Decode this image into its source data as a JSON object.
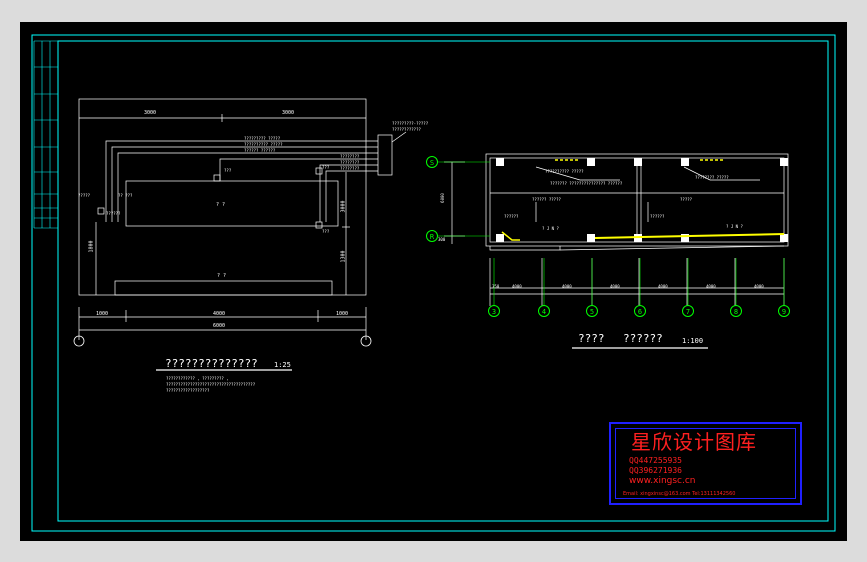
{
  "title_block": {
    "title_text": "??????????????",
    "title_scale": "1:25",
    "notes": [
      "???????????? , ????????? ,",
      "?????????????????????????????????????",
      "??????????????????"
    ]
  },
  "left_plan": {
    "top_dims": [
      "3000",
      "3000"
    ],
    "bottom_dims": [
      "1000",
      "4000",
      "1000"
    ],
    "bottom_total": "6000",
    "left_dim": "1800",
    "right_dims": [
      "3000",
      "1300"
    ],
    "cable_labels": [
      "????????? ?????",
      "?????????? ?????",
      "?????? ??????",
      "????????",
      "????????",
      "????????"
    ],
    "box_labels": [
      "?????????-?????",
      "????????????"
    ],
    "room_text": "? ?",
    "bottom_text": "? ?",
    "left_notes": [
      "?????",
      "??????",
      "?? ???"
    ],
    "points": [
      "???",
      "???",
      "???"
    ]
  },
  "right_plan": {
    "title": "????",
    "subtitle": "??????",
    "scale": "1:100",
    "axis_row_labels": [
      "S",
      "R"
    ],
    "axis_col_labels": [
      "3",
      "4",
      "5",
      "6",
      "7",
      "8",
      "9"
    ],
    "dims": [
      "350",
      "4000",
      "4000",
      "4000",
      "4000",
      "4000",
      "4000"
    ],
    "height_dims": [
      "6000",
      "300"
    ],
    "room_labels": [
      "? J N ?",
      "? J N ?"
    ],
    "notes": [
      "?????????? ?????",
      "??????? ??????????????? ??????",
      "???????? ?????",
      "?????? ?????",
      "?????",
      "??????",
      "??????"
    ]
  },
  "watermark": {
    "name": "星欣设计图库",
    "qq1": "QQ447255935",
    "qq2": "QQ396271936",
    "url": "www.xingsc.cn",
    "contact": "Email: xingxinsc@163.com  Tel:13111342560"
  },
  "colors": {
    "background": "#000000",
    "border": "#00ffff",
    "lines": "#ffffff",
    "axis": "#00ff00",
    "accent": "#ffff00",
    "watermark_text": "#ff2020",
    "watermark_frame": "#2020ff"
  }
}
